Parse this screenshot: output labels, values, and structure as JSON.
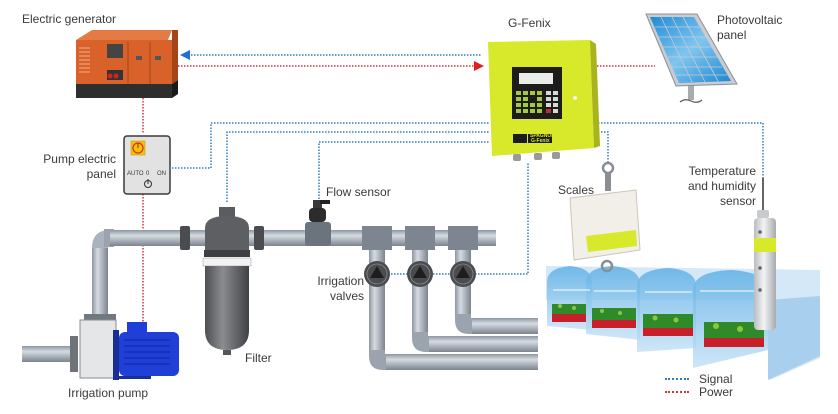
{
  "diagram": {
    "components": {
      "electric_generator": "Electric generator",
      "g_fenix": "G-Fenix",
      "photovoltaic_panel": [
        "Photovoltaic",
        "panel"
      ],
      "pump_electric_panel": [
        "Pump electric",
        "panel"
      ],
      "pump_panel_switch_labels": {
        "auto": "AUTO",
        "zero": "0",
        "on": "ON"
      },
      "flow_sensor": "Flow sensor",
      "scales": "Scales",
      "temperature_humidity_sensor": [
        "Temperature",
        "and humidity",
        "sensor"
      ],
      "irrigation_valves": [
        "Irrigation",
        "valves"
      ],
      "filter": "Filter",
      "irrigation_pump": "Irrigation pump",
      "brand_label": "SPAGNOL",
      "brand_product": "G-Fenix"
    },
    "legend": [
      {
        "label": "Signal",
        "color": "#2e7fb8"
      },
      {
        "label": "Power",
        "color": "#d9323a"
      }
    ],
    "colors": {
      "signal": "#2e7fb8",
      "power": "#d9323a",
      "g_fenix_body": "#d8e82a",
      "generator_body": "#d9622b",
      "pump_motor": "#1f3fd6",
      "pipe": "#a9b2bd",
      "greenhouse": "#a9cfee"
    }
  }
}
